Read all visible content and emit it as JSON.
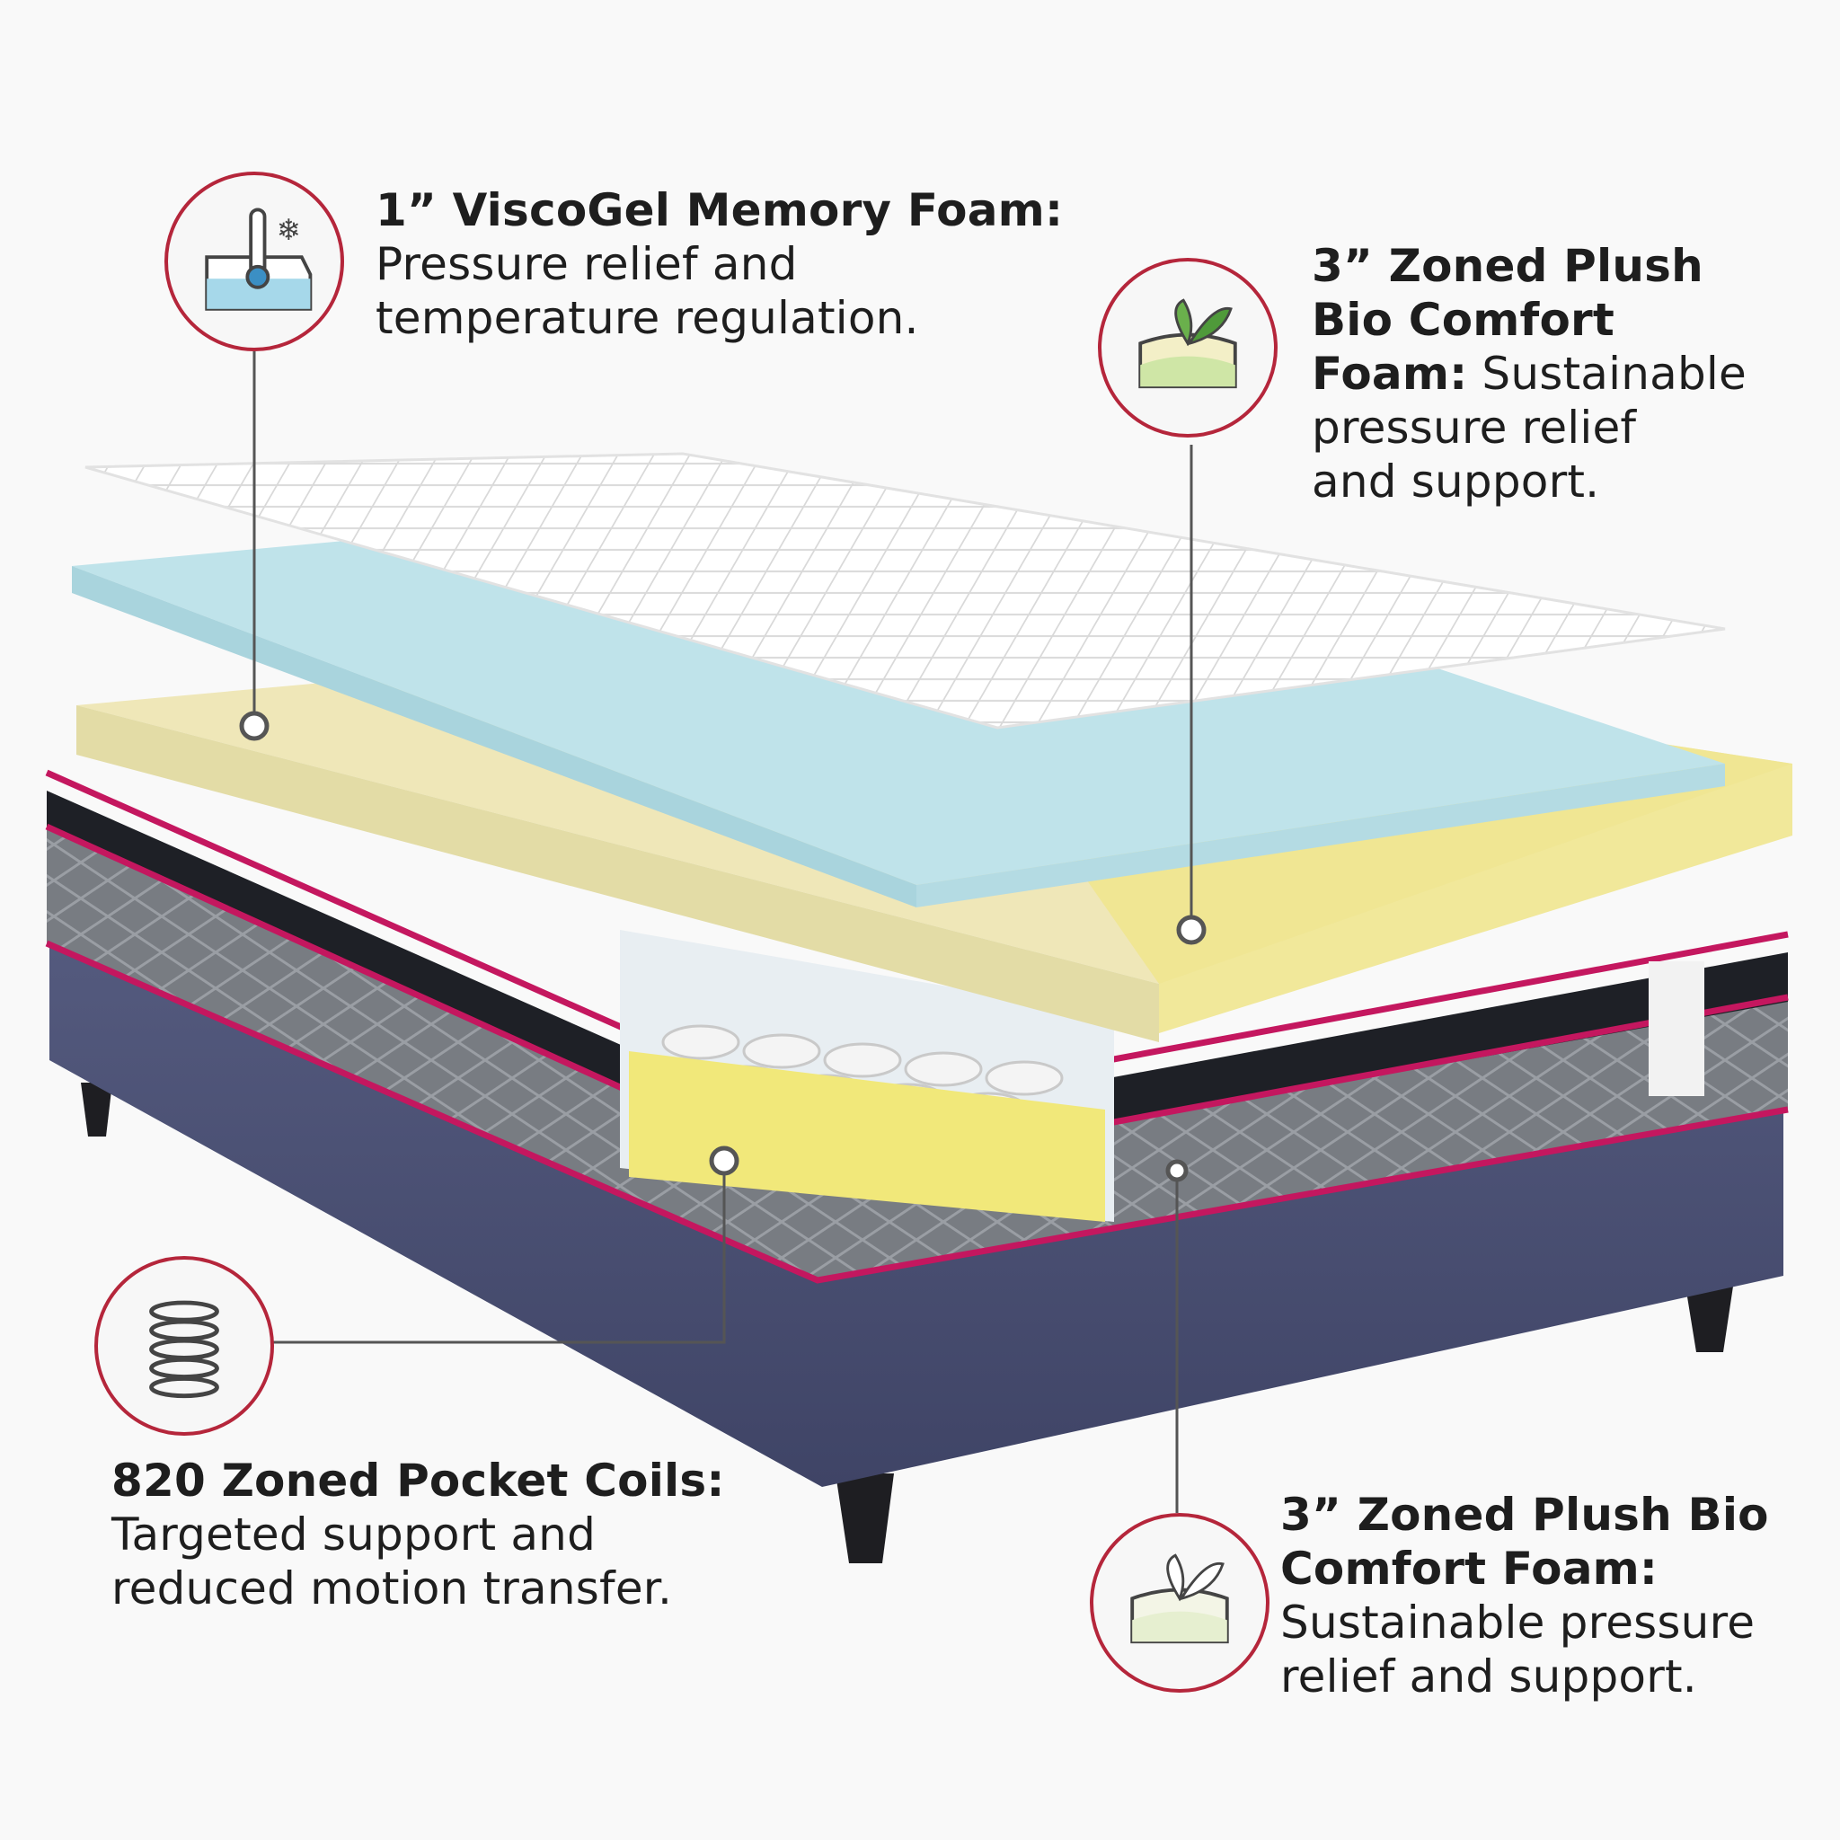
{
  "colors": {
    "accent": "#b5263b",
    "piping": "#c4175f",
    "gel_foam": "#bfe3ea",
    "comfort_foam": "#efe7b8",
    "coil_foam": "#f1e87a",
    "base_fabric": "#4b4f73",
    "border_fabric": "#6f7378"
  },
  "callouts": [
    {
      "icon": "thermometer-snowflake-foam-icon",
      "title": "1” ViscoGel Memory Foam:",
      "line1": "Pressure relief and",
      "line2": "temperature regulation."
    },
    {
      "icon": "leaf-foam-icon",
      "title1": "3” Zoned Plush",
      "title2": "Bio Comfort",
      "title3": "Foam:",
      "inline": "Sustainable",
      "line1": "pressure relief",
      "line2": "and support."
    },
    {
      "icon": "coil-spring-icon",
      "title": "820 Zoned Pocket Coils:",
      "line1": "Targeted support and",
      "line2": "reduced motion transfer."
    },
    {
      "icon": "leaf-foam-icon",
      "title1": "3” Zoned Plush Bio",
      "title2": "Comfort Foam:",
      "line1": "Sustainable pressure",
      "line2": "relief and support."
    }
  ]
}
